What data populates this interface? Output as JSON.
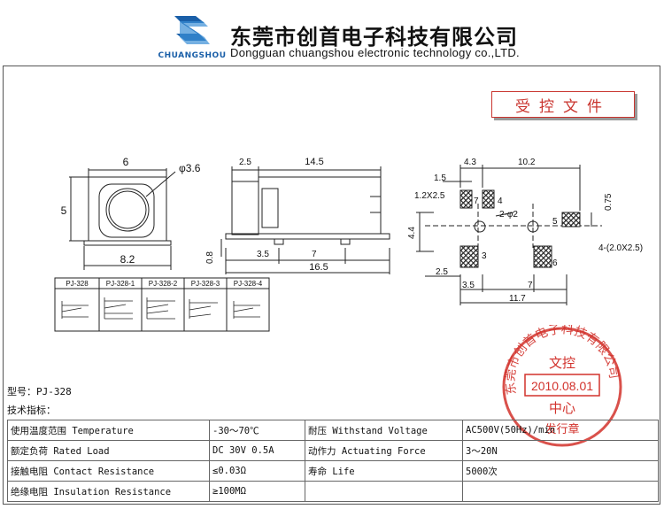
{
  "header": {
    "logo_text": "CHUANGSHOU",
    "company_cn": "东莞市创首电子科技有限公司",
    "company_en": "Dongguan chuangshou electronic technology co.,LTD.",
    "brand_blue": "#1a5fa8"
  },
  "controlled_doc": {
    "label": "受控文件",
    "color": "#c9342e"
  },
  "drawing": {
    "front": {
      "dim_width": "6",
      "dim_height": "5",
      "dim_bottom": "8.2",
      "dim_hole": "φ3.6"
    },
    "side": {
      "dim_a": "2.5",
      "dim_b": "14.5",
      "dim_c": "0.8",
      "dim_d": "3.5",
      "dim_e": "7",
      "dim_f": "16.5"
    },
    "footprint": {
      "d_4_3": "4.3",
      "d_10_2": "10.2",
      "d_1_5": "1.5",
      "d_pad": "1.2X2.5",
      "d_0_75": "0.75",
      "d_hole": "2-φ2",
      "d_4_4": "4.4",
      "d_4pad": "4-(2.0X2.5)",
      "d_2_5": "2.5",
      "d_3_5": "3.5",
      "d_7": "7",
      "d_11_7": "11.7",
      "pins": [
        "7",
        "4",
        "5",
        "3",
        "6"
      ]
    },
    "schematics": [
      "PJ-328",
      "PJ-328-1",
      "PJ-328-2",
      "PJ-328-3",
      "PJ-328-4"
    ]
  },
  "stamp": {
    "ring_text": "东莞市创首电子科技有限公司",
    "top": "文控",
    "date": "2010.08.01",
    "middle": "中心",
    "bottom": "发行章",
    "color": "#d2322c"
  },
  "model_line": "型号：PJ-328",
  "specs_heading": "技术指标：",
  "specs": [
    [
      "使用温度范围 Temperature",
      "-30～70℃",
      "耐压 Withstand Voltage",
      "AC500V(50Hz)/min"
    ],
    [
      "额定负荷 Rated Load",
      "DC 30V 0.5A",
      "动作力 Actuating Force",
      "3～20N"
    ],
    [
      "接触电阻 Contact Resistance",
      "≤0.03Ω",
      "寿命 Life",
      "5000次"
    ],
    [
      "绝缘电阻 Insulation Resistance",
      "≥100MΩ",
      "",
      ""
    ]
  ]
}
